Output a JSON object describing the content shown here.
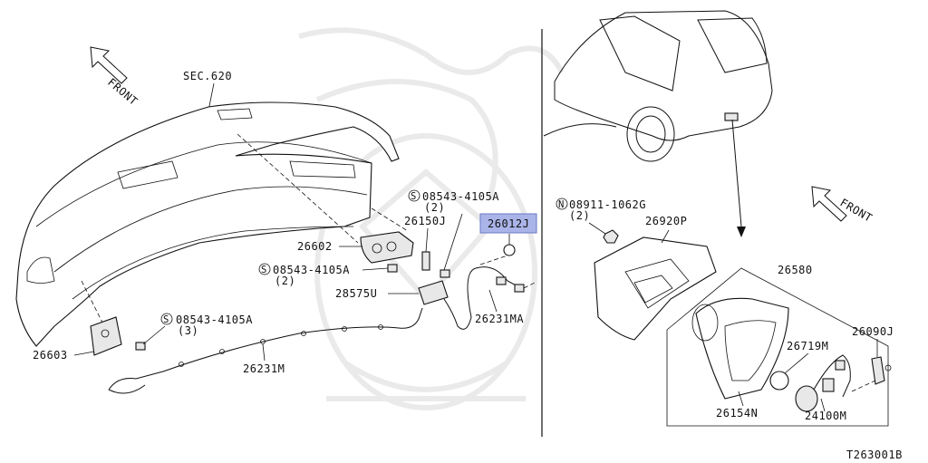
{
  "diagram_code": "T263001B",
  "left_panel": {
    "sec_ref": "SEC.620",
    "front_label": "FRONT",
    "parts": {
      "p26602": "26602",
      "p26603": "26603",
      "p26150J": "26150J",
      "p28575U": "28575U",
      "p26231MA": "26231MA",
      "p26231M": "26231M",
      "p26012J": "26012J"
    },
    "screws": [
      {
        "symbol": "S",
        "code": "08543-4105A",
        "qty": "(2)"
      },
      {
        "symbol": "S",
        "code": "08543-4105A",
        "qty": "(2)"
      },
      {
        "symbol": "S",
        "code": "08543-4105A",
        "qty": "(3)"
      }
    ]
  },
  "right_panel": {
    "front_label": "FRONT",
    "nut": {
      "symbol": "N",
      "code": "08911-1062G",
      "qty": "(2)"
    },
    "parts": {
      "p26920P": "26920P",
      "p26580": "26580",
      "p26090J": "26090J",
      "p26719M": "26719M",
      "p26154N": "26154N",
      "p24100M": "24100M"
    }
  },
  "highlight_color": "#aab4e8"
}
